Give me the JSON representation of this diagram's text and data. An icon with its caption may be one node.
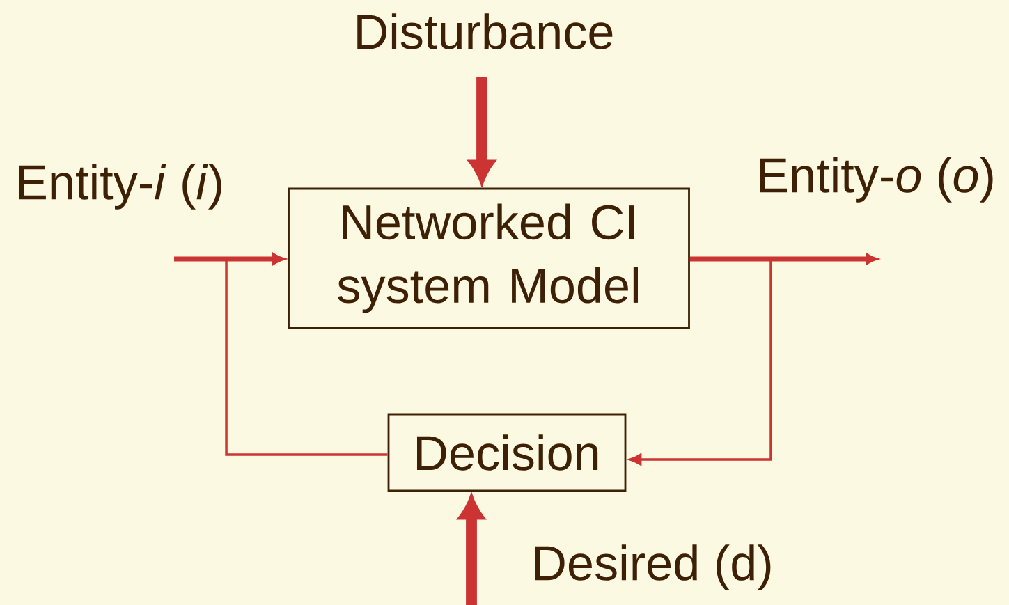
{
  "diagram": {
    "nodes": [
      {
        "text": [
          "Disturbance"
        ]
      },
      {
        "text": [
          "Entity-*i* (*i*)"
        ]
      },
      {
        "text": [
          "Networked CI system Model"
        ]
      },
      {
        "text": [
          "Entity-*o* (*o*)"
        ]
      },
      {
        "text": [
          "Decision"
        ]
      },
      {
        "text": [
          "Desired (d)"
        ]
      }
    ],
    "edges": [
      {
        "from": 0,
        "to": 2,
        "arrow": "to",
        "style": "thick"
      },
      {
        "from": 1,
        "to": 2,
        "arrow": "to"
      },
      {
        "from": 2,
        "to": 3,
        "arrow": "to"
      },
      {
        "from": 2,
        "to": 4,
        "arrow": "to"
      },
      {
        "from": 4,
        "to": 2,
        "arrow": "to"
      },
      {
        "from": null,
        "to": 4,
        "arrow": "to",
        "style": "thick"
      }
    ]
  }
}
